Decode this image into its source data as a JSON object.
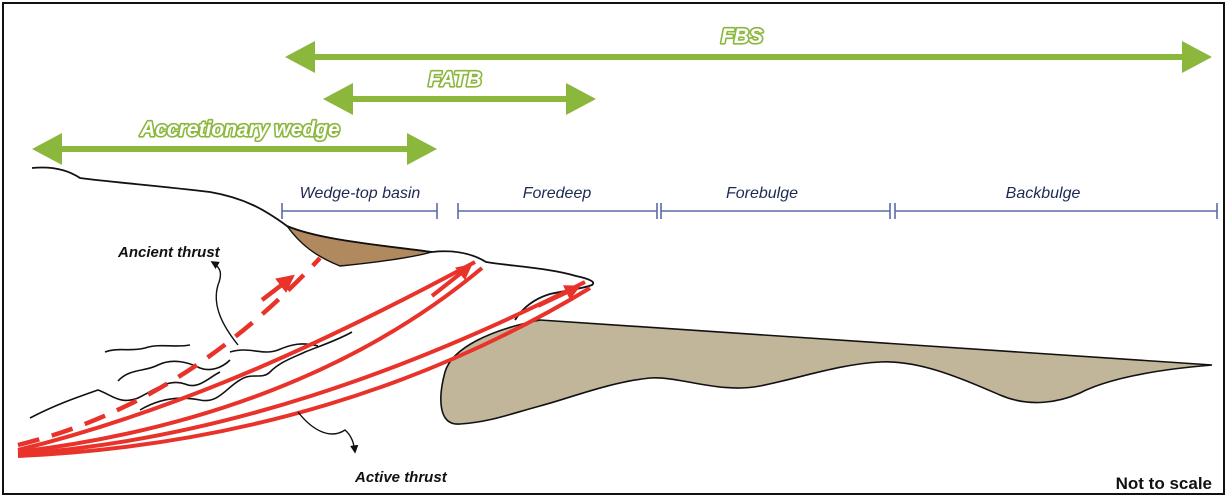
{
  "labels": {
    "fbs": "FBS",
    "fatb": "FATB",
    "accretionary_wedge": "Accretionary wedge",
    "wedge_top_basin": "Wedge-top basin",
    "foredeep": "Foredeep",
    "forebulge": "Forebulge",
    "backbulge": "Backbulge",
    "ancient_thrust": "Ancient thrust",
    "active_thrust": "Active thrust",
    "not_to_scale": "Not to scale"
  },
  "colors": {
    "green_arrow": "#8ab73c",
    "zone_bracket": "#5a6aa8",
    "thrust_red": "#e8322a",
    "basin_brown": "#b08a5e",
    "foreland_fill": "#c2b69a",
    "outline": "#111111"
  }
}
